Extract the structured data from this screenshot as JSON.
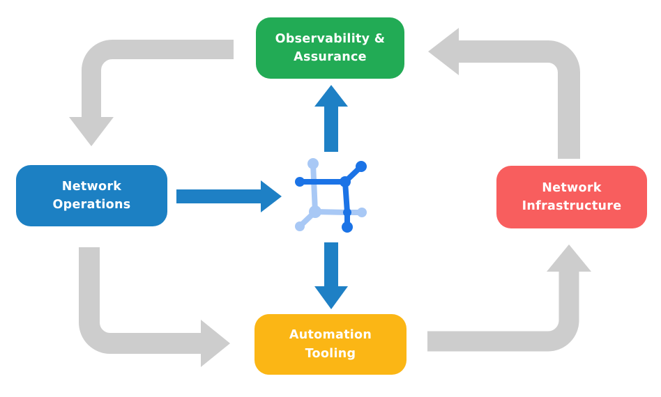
{
  "colors": {
    "background": "#ffffff",
    "observability_green": "#22ab55",
    "operations_blue": "#1c80c3",
    "infrastructure_red": "#f85e5e",
    "automation_yellow": "#fbb615",
    "arrow_gray": "#cdcdcd",
    "arrow_blue": "#1e80c5",
    "icon_dark_blue": "#1b73e6",
    "icon_light_blue": "#a8c8f5",
    "label_text": "#ffffff"
  },
  "nodes": {
    "observability": {
      "label": "Observability &\nAssurance",
      "color": "#22ab55"
    },
    "operations": {
      "label": "Network\nOperations",
      "color": "#1c80c3"
    },
    "infrastructure": {
      "label": "Network\nInfrastructure",
      "color": "#f85e5e"
    },
    "automation": {
      "label": "Automation\nTooling",
      "color": "#fbb615"
    }
  },
  "center_icon": {
    "name": "network-mesh-icon",
    "dark_color": "#1b73e6",
    "light_color": "#a8c8f5"
  },
  "flows": [
    {
      "from": "Observability & Assurance",
      "to": "Network Operations",
      "style": "gray"
    },
    {
      "from": "Network Operations",
      "to": "Automation Tooling",
      "style": "gray"
    },
    {
      "from": "Automation Tooling",
      "to": "Network Infrastructure",
      "style": "gray"
    },
    {
      "from": "Network Infrastructure",
      "to": "Observability & Assurance",
      "style": "gray"
    },
    {
      "from": "Network Operations",
      "to": "center-icon",
      "style": "blue"
    },
    {
      "from": "center-icon",
      "to": "Observability & Assurance",
      "style": "blue"
    },
    {
      "from": "center-icon",
      "to": "Automation Tooling",
      "style": "blue"
    }
  ]
}
